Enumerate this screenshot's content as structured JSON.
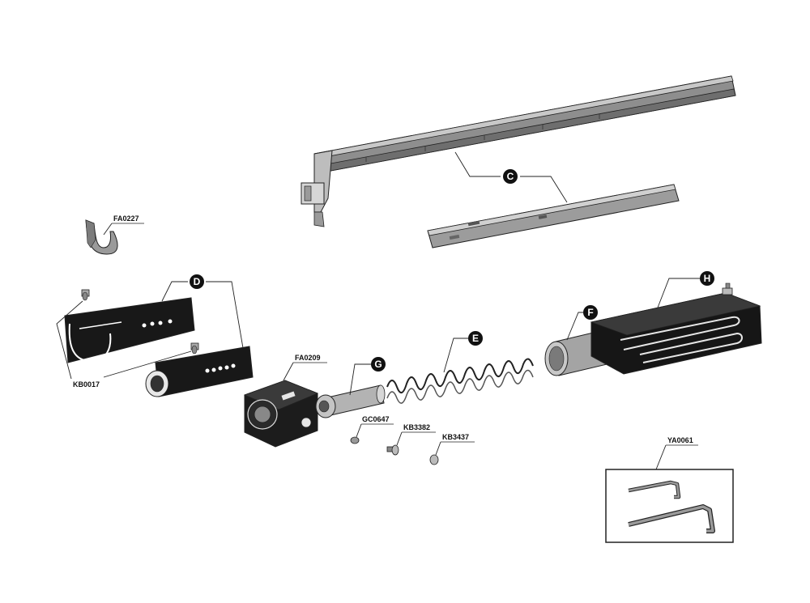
{
  "callouts": {
    "c": "C",
    "d": "D",
    "e": "E",
    "f": "F",
    "g": "G",
    "h": "H"
  },
  "part_numbers": {
    "fa0227": "FA0227",
    "fa0209": "FA0209",
    "kb0017": "KB0017",
    "gc0647": "GC0647",
    "kb3382": "KB3382",
    "kb3437": "KB3437",
    "ya0061": "YA0061"
  },
  "colors": {
    "background": "#ffffff",
    "line": "#222222",
    "callout_fill": "#111111",
    "rail_grey": "#9a9a9a",
    "dark_part": "#1a1a1a"
  }
}
